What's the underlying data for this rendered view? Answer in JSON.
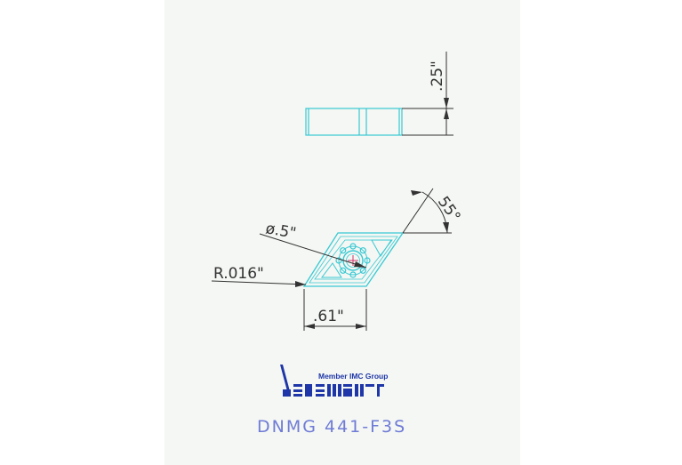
{
  "dimensions": {
    "thickness": ".25\"",
    "angle": "55°",
    "diameter": "ø.5\"",
    "radius": "R.016\"",
    "length": ".61\""
  },
  "logo": {
    "member_text": "Member IMC Group",
    "brand_icon": "iscar-logo-icon"
  },
  "product": {
    "model": "DNMG 441-F3S"
  },
  "colors": {
    "outline": "#38c9d4",
    "dimension_lines": "#333333",
    "brand": "#1f36a8",
    "model_text": "#6f7bd6",
    "sheet": "#f4f7f3"
  }
}
